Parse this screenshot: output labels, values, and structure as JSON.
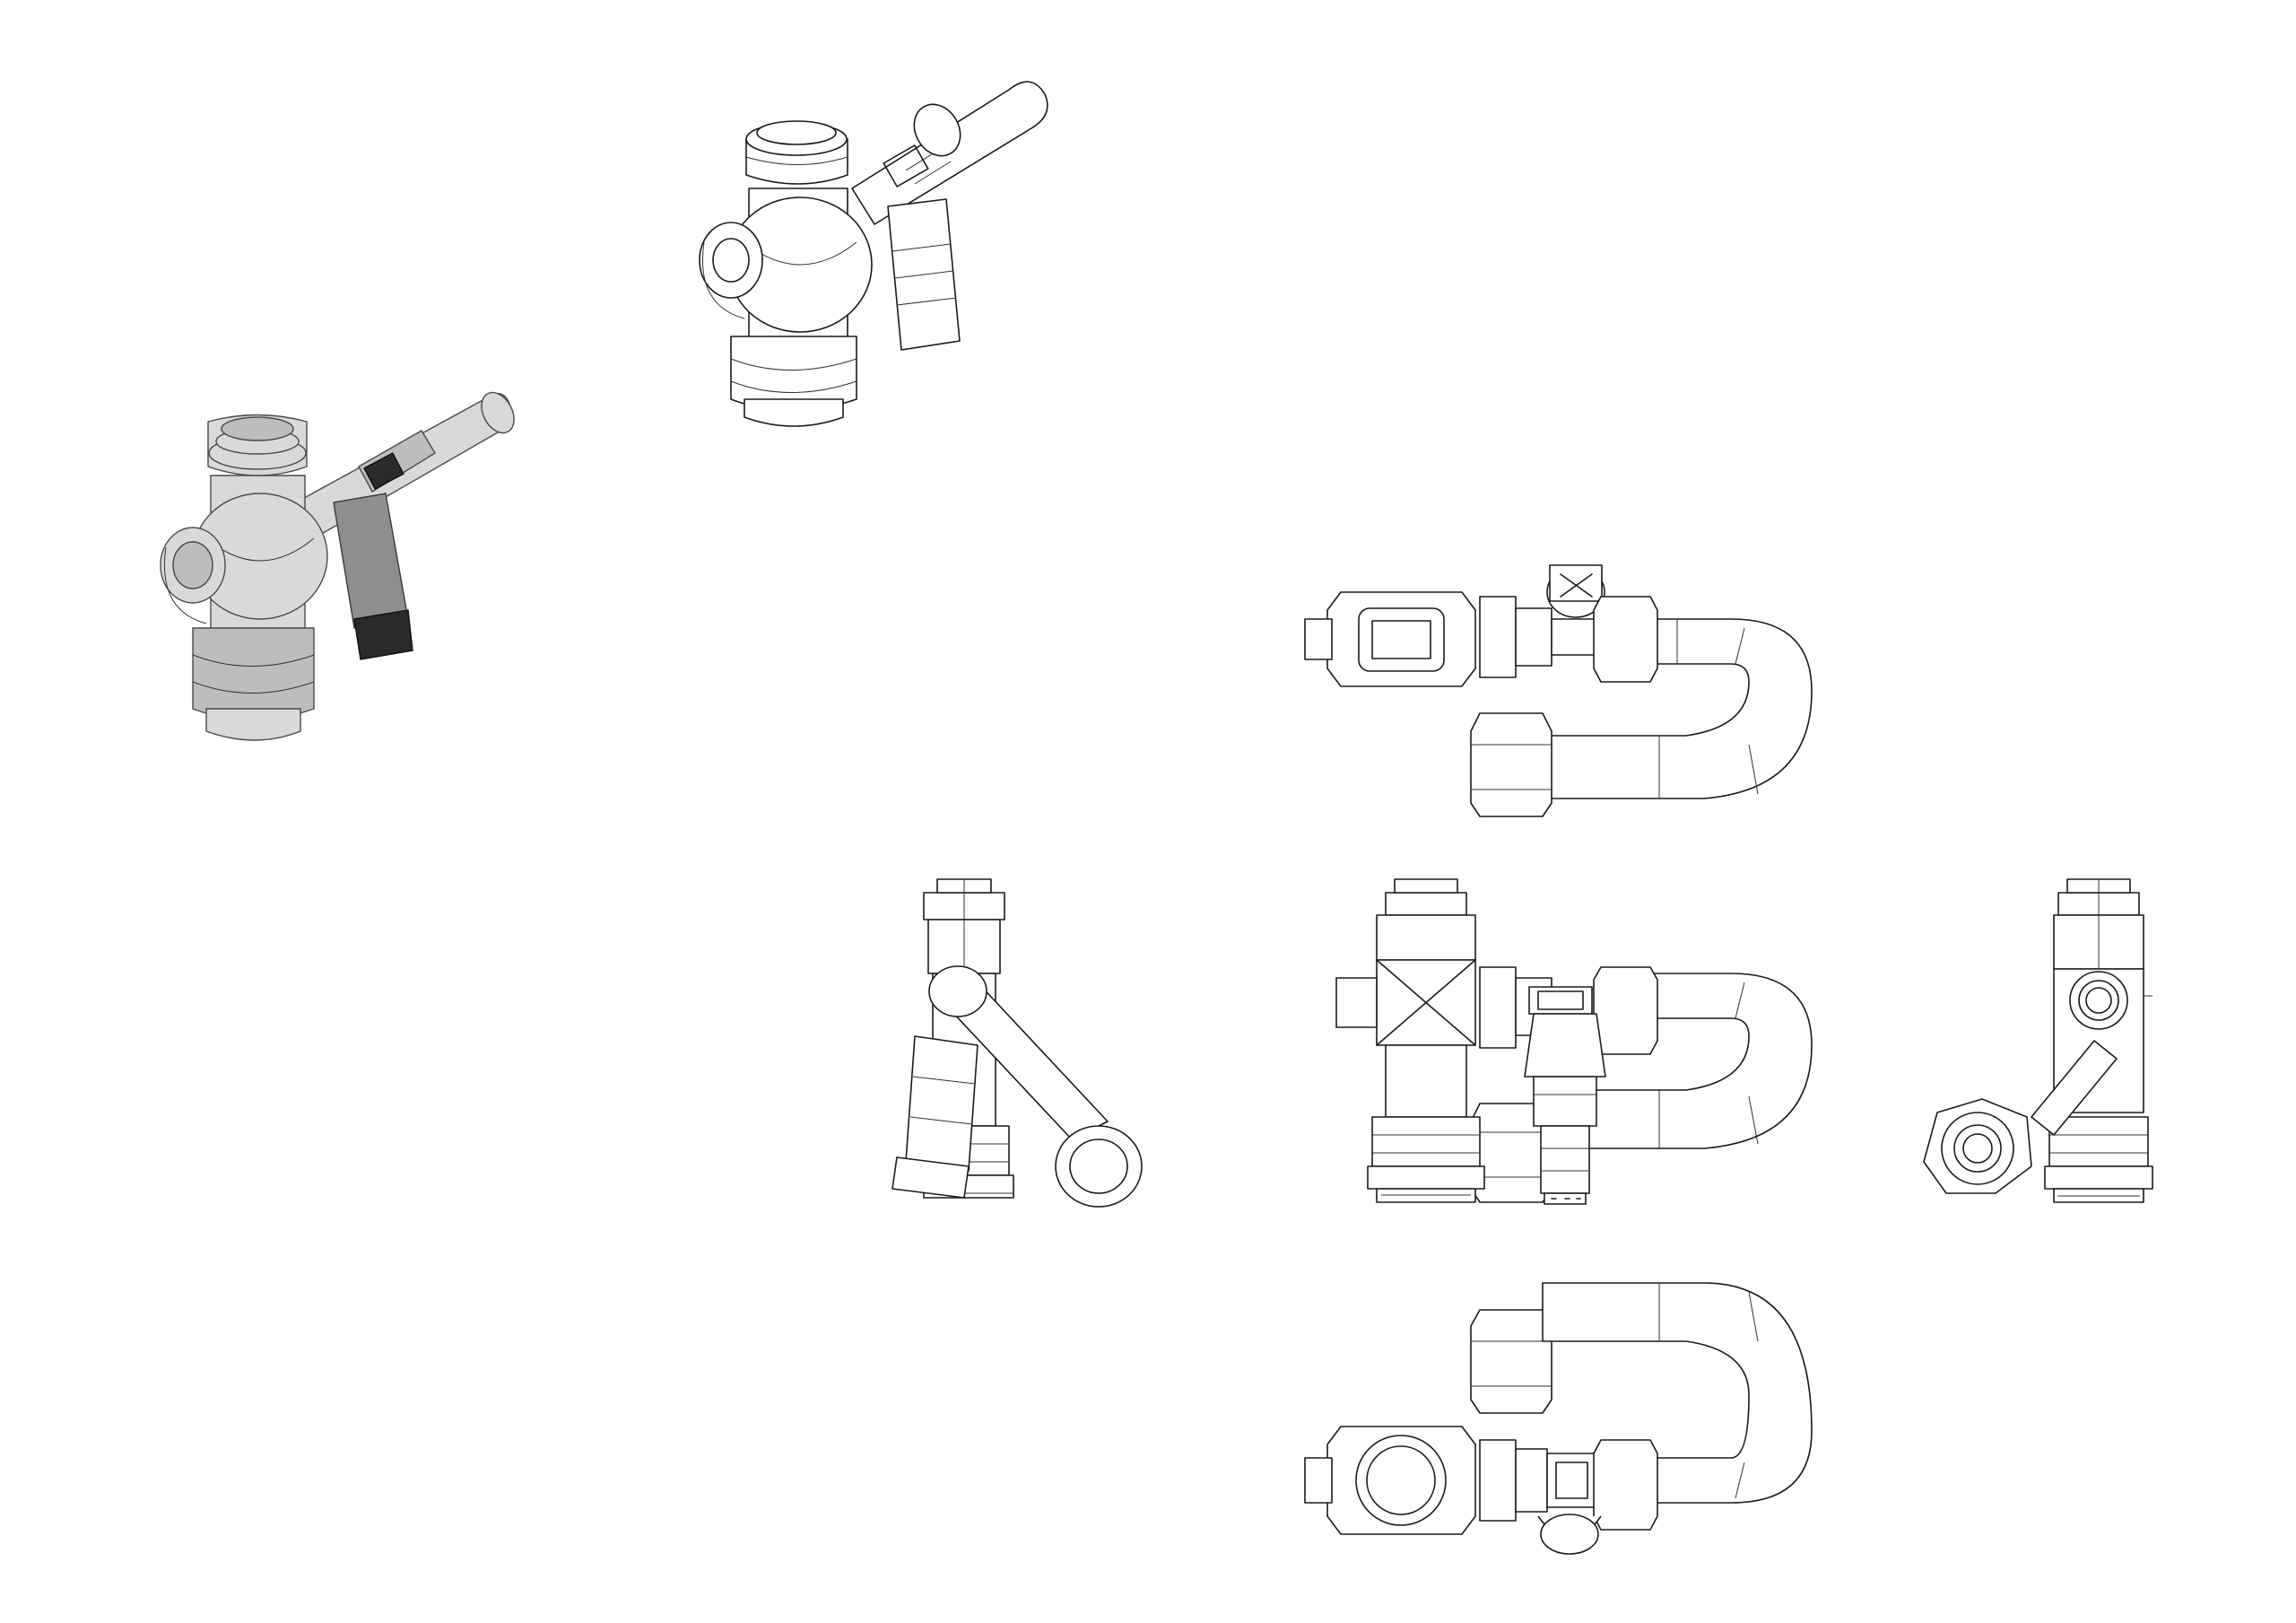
{
  "drawing": {
    "background": "#ffffff",
    "line_color": "#1a1a1a",
    "shade_light": "#d9d9d9",
    "shade_mid": "#bdbdbd",
    "shade_dark": "#8e8e8e"
  },
  "views": [
    {
      "id": "iso-shaded",
      "kind": "isometric shaded"
    },
    {
      "id": "iso-wireframe",
      "kind": "isometric wireframe"
    },
    {
      "id": "top-view",
      "kind": "orthographic"
    },
    {
      "id": "side-view-left",
      "kind": "orthographic"
    },
    {
      "id": "front-view",
      "kind": "orthographic"
    },
    {
      "id": "side-view-right",
      "kind": "orthographic"
    },
    {
      "id": "bottom-view",
      "kind": "orthographic"
    }
  ]
}
